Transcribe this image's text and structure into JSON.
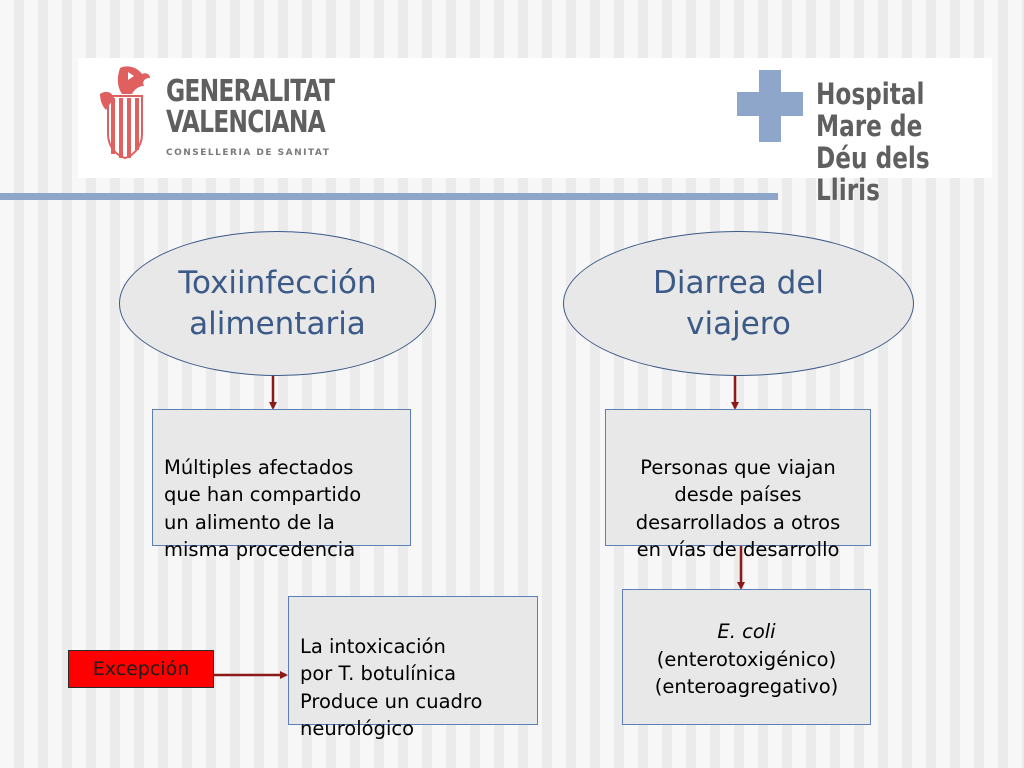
{
  "header": {
    "left_logo": {
      "title": "GENERALITAT\nVALENCIANA",
      "subtitle": "CONSELLERIA DE SANITAT"
    },
    "right_logo": {
      "name": "Hospital Mare de\nDéu dels Lliris"
    }
  },
  "diagram": {
    "left_column": {
      "heading": "Toxiinfección\nalimentaria",
      "definition": "Múltiples afectados\nque han compartido\nun alimento de la\nmisma procedencia"
    },
    "right_column": {
      "heading": "Diarrea del\nviajero",
      "definition": "Personas que viajan\ndesde países\ndesarrollados a otros\nen vías de desarrollo",
      "cause_line1": "E. coli",
      "cause_line2": "(enterotoxigénico)",
      "cause_line3": "(enteroagregativo)"
    },
    "exception": {
      "label": "Excepción",
      "note": "La intoxicación\npor T. botulínica\nProduce un cuadro\nneurológico"
    }
  },
  "colors": {
    "accent_blue": "#3c5a88",
    "arrow": "#8b1a1a",
    "exception_fill": "#ff0000",
    "rule": "#8ea6c9"
  },
  "icons": [
    "generalitat-coat-of-arms-icon",
    "hospital-cross-icon"
  ]
}
